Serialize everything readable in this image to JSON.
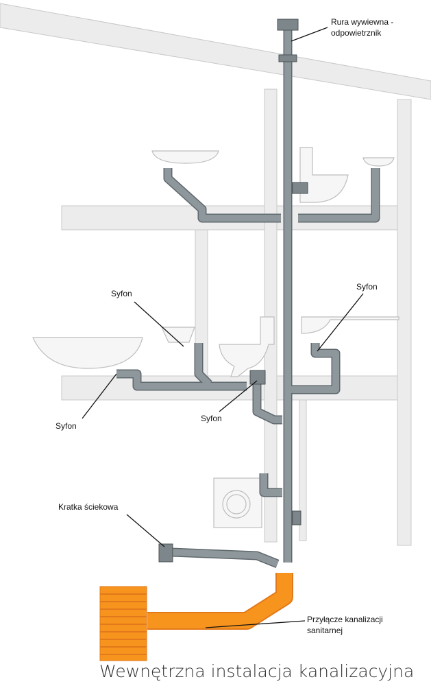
{
  "title": "Wewnętrzna instalacja kanalizacyjna",
  "labels": {
    "vent_line1": "Rura wywiewna -",
    "vent_line2": "odpowietrznik",
    "syfon_left_top": "Syfon",
    "syfon_right": "Syfon",
    "syfon_bath": "Syfon",
    "syfon_toilet": "Syfon",
    "floor_drain": "Kratka ściekowa",
    "connection_line1": "Przyłącze kanalizacji",
    "connection_line2": "sanitarnej"
  },
  "colors": {
    "pipe_gray": "#8e989c",
    "pipe_orange": "#f7941e",
    "wall": "#ececec"
  }
}
